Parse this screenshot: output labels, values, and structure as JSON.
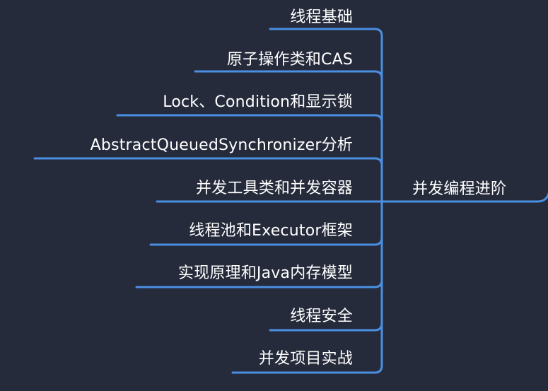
{
  "mindmap": {
    "root": {
      "label": "并发编程进阶"
    },
    "children": [
      {
        "label": "线程基础"
      },
      {
        "label": "原子操作类和CAS"
      },
      {
        "label": "Lock、Condition和显示锁"
      },
      {
        "label": "AbstractQueuedSynchronizer分析"
      },
      {
        "label": "并发工具类和并发容器"
      },
      {
        "label": "线程池和Executor框架"
      },
      {
        "label": "实现原理和Java内存模型"
      },
      {
        "label": "线程安全"
      },
      {
        "label": "并发项目实战"
      }
    ]
  },
  "colors": {
    "background": "#252b3b",
    "connector": "#4a8fe2",
    "text": "#ffffff"
  }
}
